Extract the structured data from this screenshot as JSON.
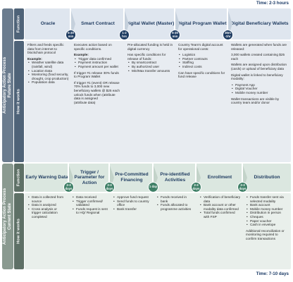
{
  "time_top": "Time: 2-3 hours",
  "time_bottom": "Time: 7-10 days",
  "future_state": {
    "side_label": [
      "Anticipatory Action Process",
      "Future State"
    ],
    "function_label": "Function",
    "how_label": "How it works",
    "columns": [
      {
        "header": "Oracle",
        "body": [
          {
            "t": "p",
            "v": "Filters and feeds specific data from internet to blockchain protocol"
          },
          {
            "t": "h",
            "v": "Example:"
          },
          {
            "t": "li",
            "v": "Weather satellite data (rainfall, wind)"
          },
          {
            "t": "li",
            "v": "Location Data"
          },
          {
            "t": "li",
            "v": "Monitoring (food security, drought, crop production)"
          },
          {
            "t": "li",
            "v": "Population data"
          }
        ]
      },
      {
        "header": "Smart Contract",
        "body": [
          {
            "t": "p",
            "v": "Executes action based on specific conditions."
          },
          {
            "t": "h",
            "v": "Example:"
          },
          {
            "t": "li",
            "v": "Trigger data confirmed"
          },
          {
            "t": "li",
            "v": "Payment instruction"
          },
          {
            "t": "li",
            "v": "Payment amount per wallet"
          },
          {
            "t": "gap"
          },
          {
            "t": "p",
            "v": "If trigger #1 release 30% funds to Program Wallet"
          },
          {
            "t": "gap"
          },
          {
            "t": "p",
            "v": "If trigger #1 (event) OR release 70% funds to 3,000 new beneficiary wallets @ $25 each unlock funds when (attribute data is assigned"
          },
          {
            "t": "p",
            "v": "(attribute data)"
          }
        ]
      },
      {
        "header": "Digital Wallet (Master)",
        "body": [
          {
            "t": "p",
            "v": "Pre-allocated funding is held in digital currency"
          },
          {
            "t": "gap"
          },
          {
            "t": "p",
            "v": "Has specific conditions for release of funds:"
          },
          {
            "t": "li",
            "v": "By smartcontract"
          },
          {
            "t": "li",
            "v": "By authorized user"
          },
          {
            "t": "li",
            "v": "Min/Max transfer amounts"
          }
        ]
      },
      {
        "header": "Digital Program Wallet",
        "body": [
          {
            "t": "p",
            "v": "Country Team's digital account for operational costs:"
          },
          {
            "t": "gap"
          },
          {
            "t": "li",
            "v": "Logistics"
          },
          {
            "t": "li",
            "v": "Partner contracts"
          },
          {
            "t": "li",
            "v": "Staffing"
          },
          {
            "t": "li",
            "v": "Indirect costs"
          },
          {
            "t": "gap"
          },
          {
            "t": "p",
            "v": "Can have specific conditions for fund release"
          }
        ]
      },
      {
        "header": "Digital Beneficiary Wallets",
        "body": [
          {
            "t": "p",
            "v": "Wallets are generated when funds are released:"
          },
          {
            "t": "gap"
          },
          {
            "t": "p",
            "v": "3,000 wallets created containing $25 each"
          },
          {
            "t": "gap"
          },
          {
            "t": "p",
            "v": "Wallets are assigned upon distribution (cards) or upload of beneficiary data"
          },
          {
            "t": "gap"
          },
          {
            "t": "p",
            "v": "Digital wallet is linked to beneficiary modality:"
          },
          {
            "t": "gap"
          },
          {
            "t": "li",
            "v": "Payment App"
          },
          {
            "t": "li",
            "v": "Digital Voucher"
          },
          {
            "t": "li",
            "v": "Mobile money number"
          },
          {
            "t": "gap"
          },
          {
            "t": "p",
            "v": "Wallet transactions are visible by country team and/or donor"
          }
        ]
      }
    ],
    "badges": [
      "5-30 min",
      "1-2 hrs",
      "5-30 min",
      "30m -1hr"
    ]
  },
  "current_state": {
    "side_label": [
      "Anticipatory Action Process",
      "Current State"
    ],
    "function_label": "Function",
    "how_label": "How it works",
    "columns": [
      {
        "header": "Early Warning Data",
        "body": [
          {
            "t": "li",
            "v": "Data is collected from source"
          },
          {
            "t": "li",
            "v": "Data is analyzed"
          },
          {
            "t": "li",
            "v": "Cross analysis or trigger calculation completed"
          }
        ]
      },
      {
        "header": "Trigger / Parameter for Action",
        "body": [
          {
            "t": "li",
            "v": "Data received"
          },
          {
            "t": "li",
            "v": "Trigger confirmed/ validated"
          },
          {
            "t": "li",
            "v": "Funds request is sent to HQ/ Regional"
          }
        ]
      },
      {
        "header": "Pre-Committed Financing",
        "body": [
          {
            "t": "li",
            "v": "Approve fund request"
          },
          {
            "t": "li",
            "v": "Send funds to country office"
          },
          {
            "t": "li",
            "v": "Bank transfer"
          }
        ]
      },
      {
        "header": "Pre-identified Activities",
        "body": [
          {
            "t": "li",
            "v": "Funds received in bank"
          },
          {
            "t": "li",
            "v": "Funds allocated to programme activities"
          }
        ]
      },
      {
        "header": "Enrollment",
        "body": [
          {
            "t": "li",
            "v": "Verification of beneficiary data"
          },
          {
            "t": "li",
            "v": "Bank account or other modality data confirmed"
          },
          {
            "t": "li",
            "v": "Total funds confirmed with FSP"
          }
        ]
      },
      {
        "header": "Distribution",
        "body": [
          {
            "t": "li",
            "v": "Funds transfer sent via selected modality"
          },
          {
            "t": "li",
            "v": "Bank account"
          },
          {
            "t": "li",
            "v": "Mobile money number"
          },
          {
            "t": "li",
            "v": "Distribution in person"
          },
          {
            "t": "li",
            "v": "Cheques"
          },
          {
            "t": "li",
            "v": "Paper voucher"
          },
          {
            "t": "li",
            "v": "Cash in envelope"
          },
          {
            "t": "gap"
          },
          {
            "t": "p",
            "v": "Additional reconciliation or monitoring required to confirm transactions"
          }
        ]
      }
    ],
    "badges": [
      "2-3 days",
      "2-3 days",
      "1 day",
      "2-3 days",
      "2-3 days"
    ]
  },
  "colors": {
    "future_header_bg": "#dfe6ef",
    "future_body_bg": "#e8ecf1",
    "future_arrow": "#c5d0dc",
    "current_header_bg": "#dbe7e0",
    "current_body_bg": "#e9efeb",
    "current_arrow": "#c3d3c9"
  }
}
